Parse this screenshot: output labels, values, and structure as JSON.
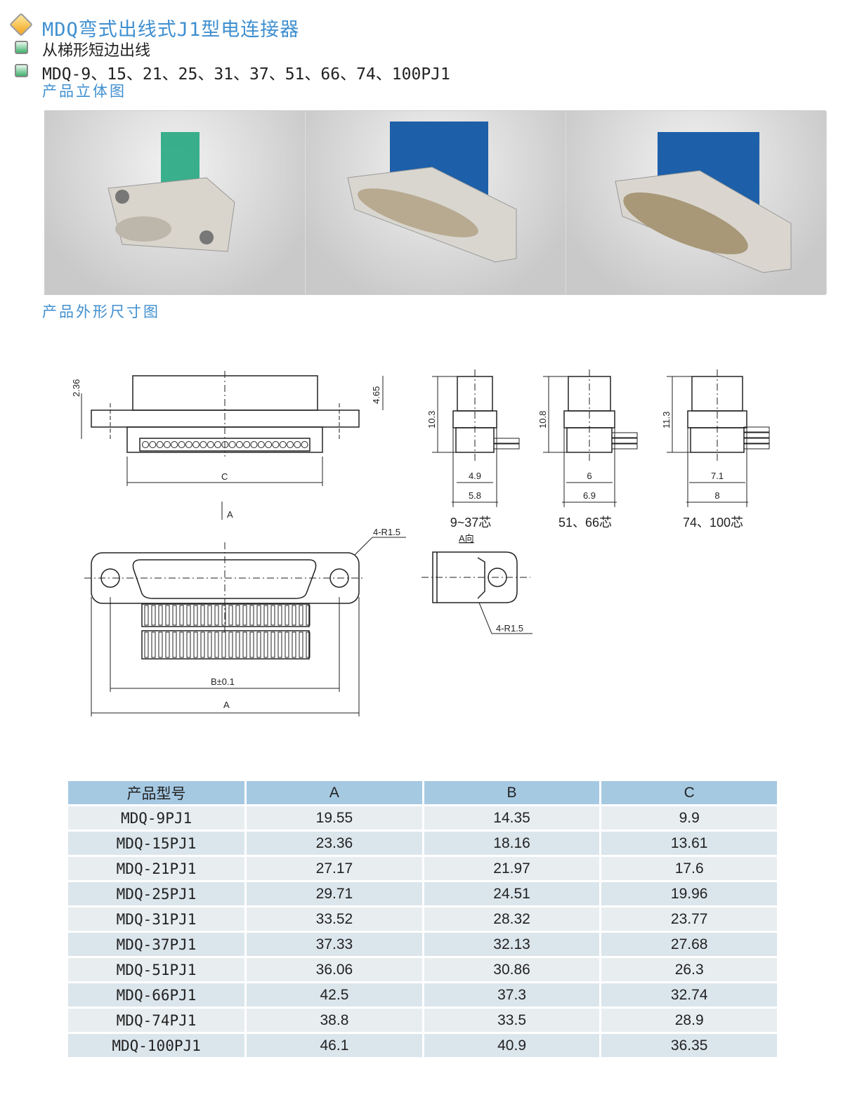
{
  "header": {
    "title": "MDQ弯式出线式J1型电连接器",
    "subtitle": "从梯形短边出线",
    "models": "MDQ-9、15、21、25、31、37、51、66、74、100PJ1"
  },
  "sections": {
    "photos": "产品立体图",
    "dimensions": "产品外形尺寸图"
  },
  "drawing": {
    "dim_236": "2.36",
    "dim_465": "4.65",
    "dim_c": "C",
    "arrow_a": "A",
    "r15_top": "4-R1.5",
    "r15_side": "4-R1.5",
    "dim_b": "B±0.1",
    "dim_a": "A",
    "view_a": "A向",
    "side_views": [
      {
        "height": "10.3",
        "inner": "4.9",
        "outer": "5.8",
        "caption": "9~37芯"
      },
      {
        "height": "10.8",
        "inner": "6",
        "outer": "6.9",
        "caption": "51、66芯"
      },
      {
        "height": "11.3",
        "inner": "7.1",
        "outer": "8",
        "caption": "74、100芯"
      }
    ]
  },
  "table": {
    "headers": [
      "产品型号",
      "A",
      "B",
      "C"
    ],
    "rows": [
      [
        "MDQ-9PJ1",
        "19.55",
        "14.35",
        "9.9"
      ],
      [
        "MDQ-15PJ1",
        "23.36",
        "18.16",
        "13.61"
      ],
      [
        "MDQ-21PJ1",
        "27.17",
        "21.97",
        "17.6"
      ],
      [
        "MDQ-25PJ1",
        "29.71",
        "24.51",
        "19.96"
      ],
      [
        "MDQ-31PJ1",
        "33.52",
        "28.32",
        "23.77"
      ],
      [
        "MDQ-37PJ1",
        "37.33",
        "32.13",
        "27.68"
      ],
      [
        "MDQ-51PJ1",
        "36.06",
        "30.86",
        "26.3"
      ],
      [
        "MDQ-66PJ1",
        "42.5",
        "37.3",
        "32.74"
      ],
      [
        "MDQ-74PJ1",
        "38.8",
        "33.5",
        "28.9"
      ],
      [
        "MDQ-100PJ1",
        "46.1",
        "40.9",
        "36.35"
      ]
    ]
  }
}
